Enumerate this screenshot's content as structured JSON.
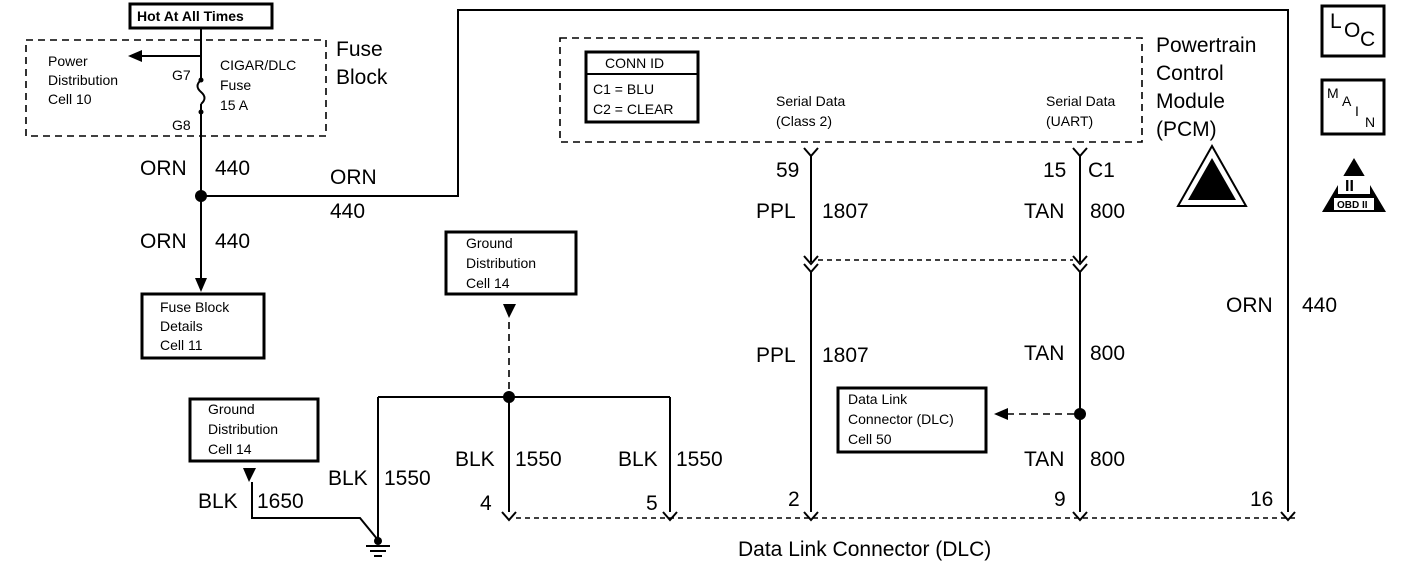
{
  "hot_label": "Hot At All Times",
  "fuse_block": {
    "title_line1": "Fuse",
    "title_line2": "Block",
    "power_dist": [
      "Power",
      "Distribution",
      "Cell 10"
    ],
    "fuse_text": [
      "CIGAR/DLC",
      "Fuse",
      "15 A"
    ],
    "pin_top": "G7",
    "pin_bottom": "G8"
  },
  "wires": {
    "orn": "ORN",
    "n440": "440",
    "ppl": "PPL",
    "n1807": "1807",
    "tan": "TAN",
    "n800": "800",
    "blk": "BLK",
    "n1550": "1550",
    "n1650": "1650"
  },
  "fuse_details": [
    "Fuse Block",
    "Details",
    "Cell 11"
  ],
  "ground_dist": [
    "Ground",
    "Distribution",
    "Cell 14"
  ],
  "pcm": {
    "title": [
      "Powertrain",
      "Control",
      "Module",
      "(PCM)"
    ],
    "conn_id_title": "CONN ID",
    "conn_id_lines": [
      "C1 = BLU",
      "C2 = CLEAR"
    ],
    "serial_class2": [
      "Serial Data",
      "(Class 2)"
    ],
    "serial_uart": [
      "Serial Data",
      "(UART)"
    ],
    "pin_59": "59",
    "pin_15": "15",
    "conn_c1": "C1"
  },
  "dlc": {
    "title": "Data Link Connector (DLC)",
    "ref_box": [
      "Data Link",
      "Connector (DLC)",
      "Cell 50"
    ],
    "pins": [
      "4",
      "5",
      "2",
      "9",
      "16"
    ]
  },
  "side_icons": {
    "loc": [
      "L",
      "O",
      "C"
    ],
    "main": [
      "M",
      "A",
      "I",
      "N"
    ],
    "obd_numeral": "II",
    "obd_label": "OBD II"
  }
}
